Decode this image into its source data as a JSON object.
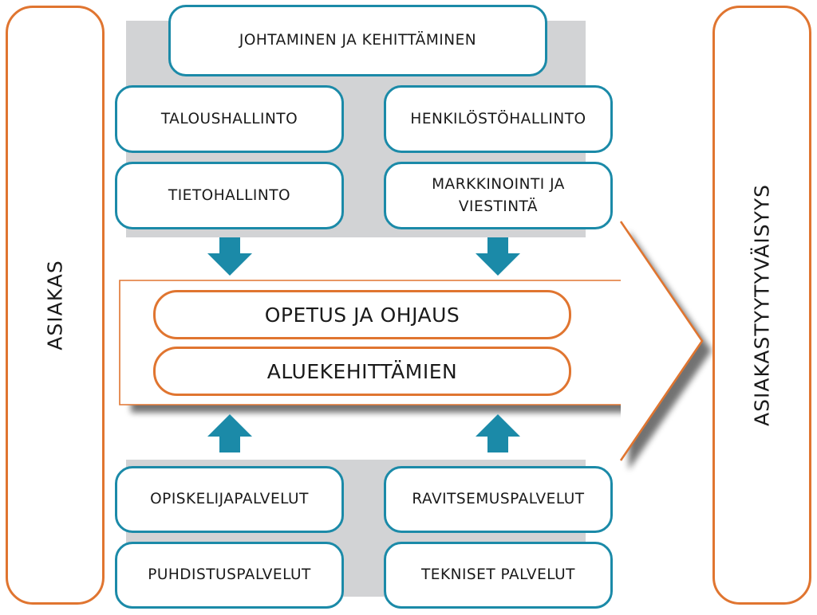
{
  "left_column": {
    "label": "ASIAKAS"
  },
  "right_column": {
    "label": "ASIAKASTYYTYVÄISYYS"
  },
  "top_services": {
    "header": "JOHTAMINEN JA KEHITTÄMINEN",
    "row1_left": "TALOUSHALLINTO",
    "row1_right": "HENKILÖSTÖHALLINTO",
    "row2_left": "TIETOHALLINTO",
    "row2_right": "MARKKINOINTI JA\nVIESTINTÄ"
  },
  "core": {
    "item1": "OPETUS JA OHJAUS",
    "item2": "ALUEKEHITTÄMIEN"
  },
  "bottom_services": {
    "row1_left": "OPISKELIJAPALVELUT",
    "row1_right": "RAVITSEMUSPALVELUT",
    "row2_left": "PUHDISTUSPALVELUT",
    "row2_right": "TEKNISET PALVELUT"
  },
  "colors": {
    "orange": "#e07530",
    "blue": "#1b8aa8",
    "gray": "#d2d3d5"
  }
}
